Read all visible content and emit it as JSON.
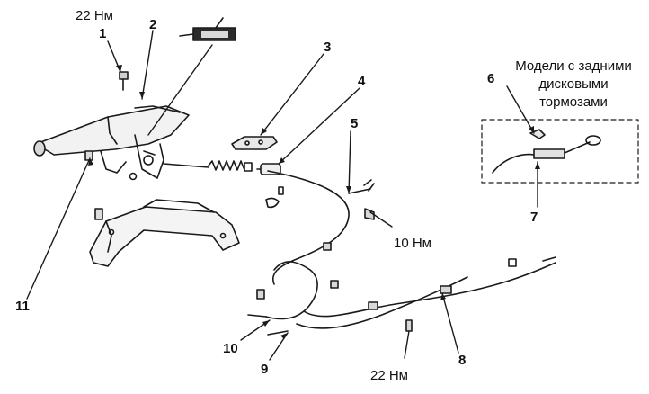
{
  "callouts": {
    "n1": "1",
    "n2": "2",
    "n3": "3",
    "n4": "4",
    "n5": "5",
    "n6": "6",
    "n7": "7",
    "n8": "8",
    "n9": "9",
    "n10": "10",
    "n11": "11"
  },
  "torques": {
    "lever_bolt": "22 Нм",
    "cable_bolt": "10 Нм",
    "rear_bolt": "22 Нм"
  },
  "inset_note": {
    "line1": "Модели с задними",
    "line2": "дисковыми",
    "line3": "тормозами"
  }
}
